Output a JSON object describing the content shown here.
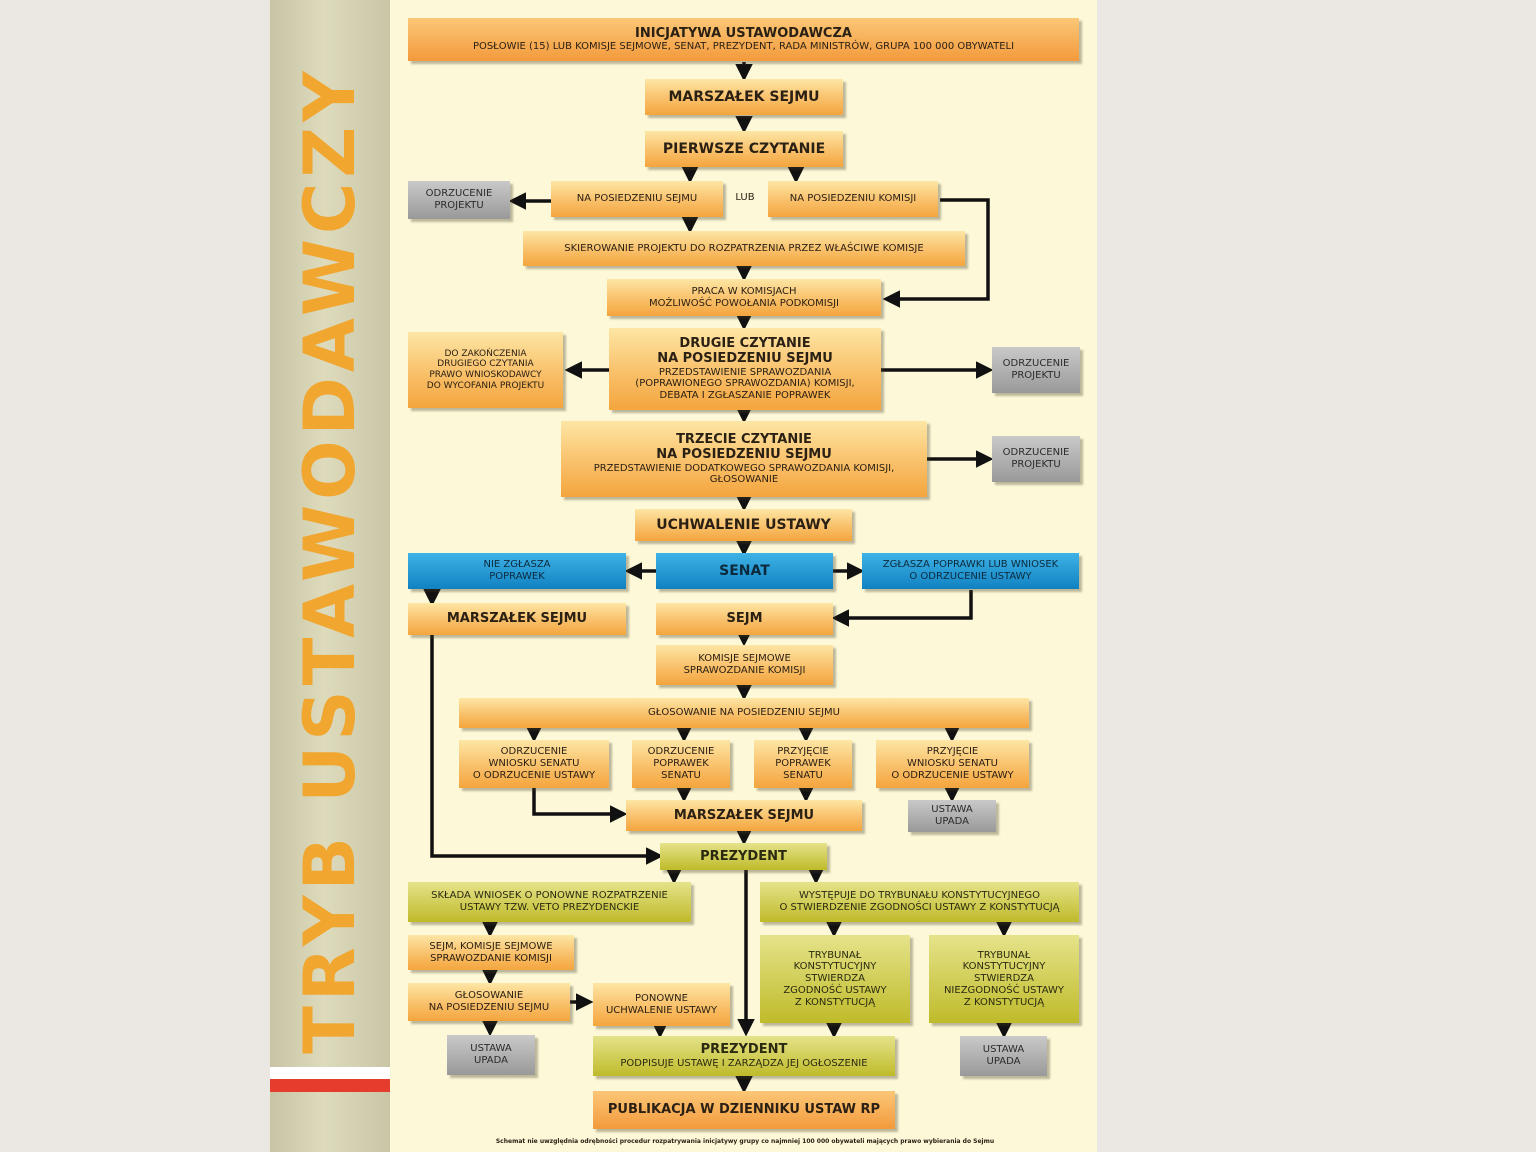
{
  "side_title": "TRYB USTAWODAWCZY",
  "colors": {
    "orange": "#f9c06a",
    "gray": "#a8a8a8",
    "blue": "#1e98d6",
    "olive": "#cfcb45",
    "title": "#f0a62f",
    "flag_red": "#e53c2d"
  },
  "boxes": {
    "initiative": {
      "title": "INICJATYWA USTAWODAWCZA",
      "sub": "POSŁOWIE (15) LUB KOMISJE SEJMOWE, SENAT, PREZYDENT, RADA MINISTRÓW, GRUPA 100 000 OBYWATELI"
    },
    "marshal1": "MARSZAŁEK SEJMU",
    "first_reading": "PIERWSZE CZYTANIE",
    "reject1": [
      "ODRZUCENIE",
      "PROJEKTU"
    ],
    "plenary": "NA POSIEDZENIU SEJMU",
    "lub": "LUB",
    "committee": "NA POSIEDZENIU KOMISJI",
    "referral": "SKIEROWANIE PROJEKTU DO ROZPATRZENIA PRZEZ WŁAŚCIWE KOMISJE",
    "committee_work": [
      "PRACA W KOMISJACH",
      "MOŻLIWOŚĆ POWOŁANIA PODKOMISJI"
    ],
    "withdraw": [
      "DO ZAKOŃCZENIA",
      "DRUGIEGO CZYTANIA",
      "PRAWO WNIOSKODAWCY",
      "DO WYCOFANIA PROJEKTU"
    ],
    "second_reading": {
      "title1": "DRUGIE CZYTANIE",
      "title2": "NA POSIEDZENIU SEJMU",
      "sub": [
        "PRZEDSTAWIENIE SPRAWOZDANIA",
        "(POPRAWIONEGO SPRAWOZDANIA) KOMISJI,",
        "DEBATA I ZGŁASZANIE POPRAWEK"
      ]
    },
    "reject2": [
      "ODRZUCENIE",
      "PROJEKTU"
    ],
    "third_reading": {
      "title1": "TRZECIE CZYTANIE",
      "title2": "NA POSIEDZENIU SEJMU",
      "sub": [
        "PRZEDSTAWIENIE DODATKOWEGO SPRAWOZDANIA KOMISJI,",
        "GŁOSOWANIE"
      ]
    },
    "reject3": [
      "ODRZUCENIE",
      "PROJEKTU"
    ],
    "adoption": "UCHWALENIE USTAWY",
    "no_amend": [
      "NIE ZGŁASZA",
      "POPRAWEK"
    ],
    "senate": "SENAT",
    "amend": [
      "ZGŁASZA POPRAWKI LUB WNIOSEK",
      "O ODRZUCENIE USTAWY"
    ],
    "marshal2": "MARSZAŁEK SEJMU",
    "sejm": "SEJM",
    "sejm_committees": [
      "KOMISJE SEJMOWE",
      "SPRAWOZDANIE KOMISJI"
    ],
    "vote": "GŁOSOWANIE NA POSIEDZENIU SEJMU",
    "opt1": [
      "ODRZUCENIE",
      "WNIOSKU SENATU",
      "O ODRZUCENIE USTAWY"
    ],
    "opt2": [
      "ODRZUCENIE",
      "POPRAWEK",
      "SENATU"
    ],
    "opt3": [
      "PRZYJĘCIE",
      "POPRAWEK",
      "SENATU"
    ],
    "opt4": [
      "PRZYJĘCIE",
      "WNIOSKU SENATU",
      "O ODRZUCENIE USTAWY"
    ],
    "marshal3": "MARSZAŁEK SEJMU",
    "fails1": [
      "USTAWA",
      "UPADA"
    ],
    "president1": "PREZYDENT",
    "veto": [
      "SKŁADA WNIOSEK O PONOWNE ROZPATRZENIE",
      "USTAWY TZW. VETO PREZYDENCKIE"
    ],
    "tribunal_req": [
      "WYSTĘPUJE DO TRYBUNAŁU KONSTYTUCYJNEGO",
      "O STWIERDZENIE ZGODNOŚCI USTAWY Z KONSTYTUCJĄ"
    ],
    "sejm_again": [
      "SEJM, KOMISJE SEJMOWE",
      "SPRAWOZDANIE KOMISJI"
    ],
    "tk_ok": [
      "TRYBUNAŁ",
      "KONSTYTUCYJNY",
      "STWIERDZA",
      "ZGODNOŚĆ USTAWY",
      "Z KONSTYTUCJĄ"
    ],
    "tk_no": [
      "TRYBUNAŁ",
      "KONSTYTUCYJNY",
      "STWIERDZA",
      "NIEZGODNOŚĆ USTAWY",
      "Z KONSTYTUCJĄ"
    ],
    "vote2": [
      "GŁOSOWANIE",
      "NA POSIEDZENIU SEJMU"
    ],
    "readopt": [
      "PONOWNE",
      "UCHWALENIE USTAWY"
    ],
    "fails2": [
      "USTAWA",
      "UPADA"
    ],
    "president2": {
      "title": "PREZYDENT",
      "sub": "PODPISUJE USTAWĘ I ZARZĄDZA JEJ OGŁOSZENIE"
    },
    "fails3": [
      "USTAWA",
      "UPADA"
    ],
    "publication": "PUBLIKACJA W DZIENNIKU USTAW RP"
  },
  "footnote": "Schemat nie uwzględnia odrębności procedur rozpatrywania inicjatywy grupy co najmniej 100 000 obywateli mających prawo wybierania do Sejmu"
}
